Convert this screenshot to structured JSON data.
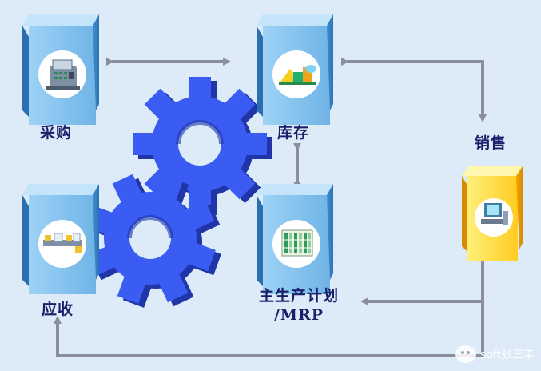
{
  "nodes": {
    "procurement": {
      "label": "采购"
    },
    "inventory": {
      "label": "库存"
    },
    "sales": {
      "label": "销售"
    },
    "receivables": {
      "label": "应收"
    },
    "mps": {
      "label_line1": "主生产计划",
      "label_line2": "/MRP"
    }
  },
  "watermark": {
    "text": "soft张三丰"
  },
  "colors": {
    "background": "#dcebf7",
    "box_blue": "#7ec0ec",
    "box_yellow": "#ffd23a",
    "gear": "#3355ee",
    "arrow": "#8a8f99",
    "label": "#1a1f6b"
  }
}
